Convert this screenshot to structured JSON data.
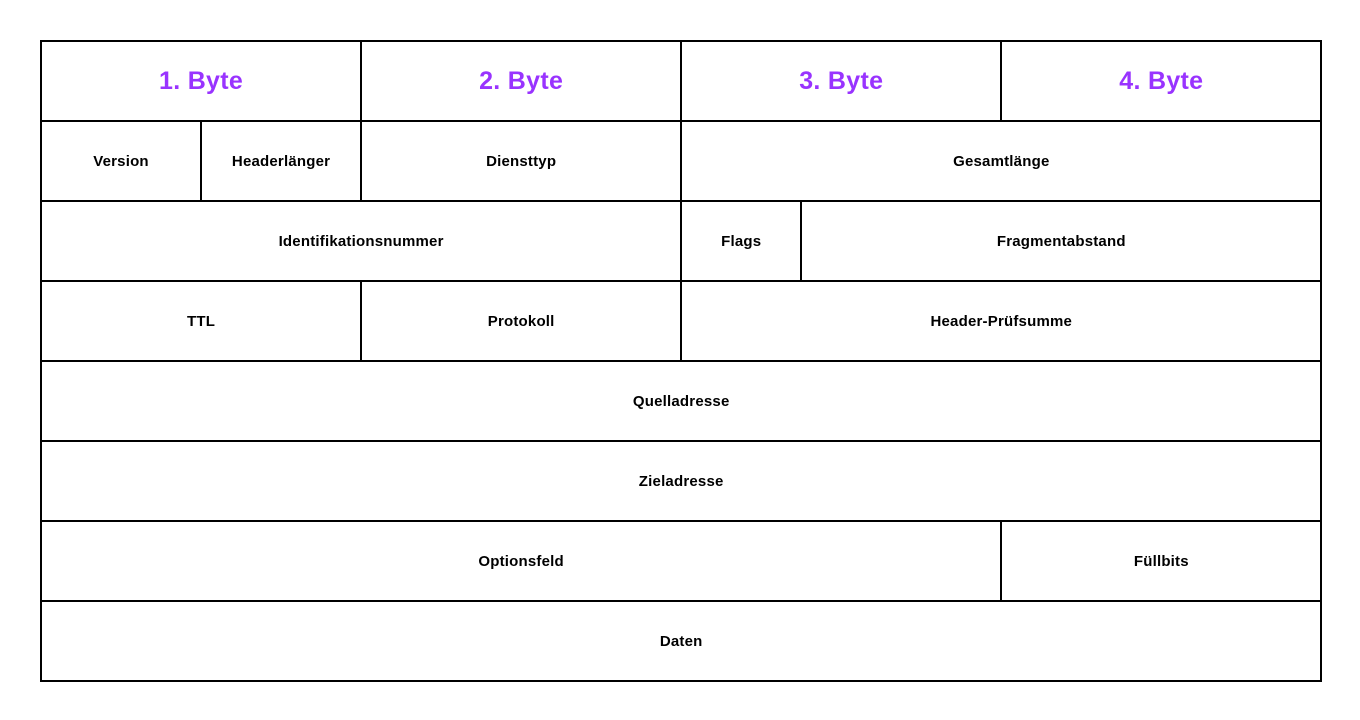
{
  "colors": {
    "byte_header_text": "#9933ff",
    "field_text": "#000000",
    "border": "#000000",
    "background": "#ffffff"
  },
  "byte_headers": [
    "1. Byte",
    "2. Byte",
    "3. Byte",
    "4. Byte"
  ],
  "field_rows": [
    [
      "Version",
      "Headerlänger",
      "Diensttyp",
      "Gesamtlänge"
    ],
    [
      "Identifikationsnummer",
      "Flags",
      "Fragmentabstand"
    ],
    [
      "TTL",
      "Protokoll",
      "Header-Prüfsumme"
    ],
    [
      "Quelladresse"
    ],
    [
      "Zieladresse"
    ],
    [
      "Optionsfeld",
      "Füllbits"
    ],
    [
      "Daten"
    ]
  ]
}
